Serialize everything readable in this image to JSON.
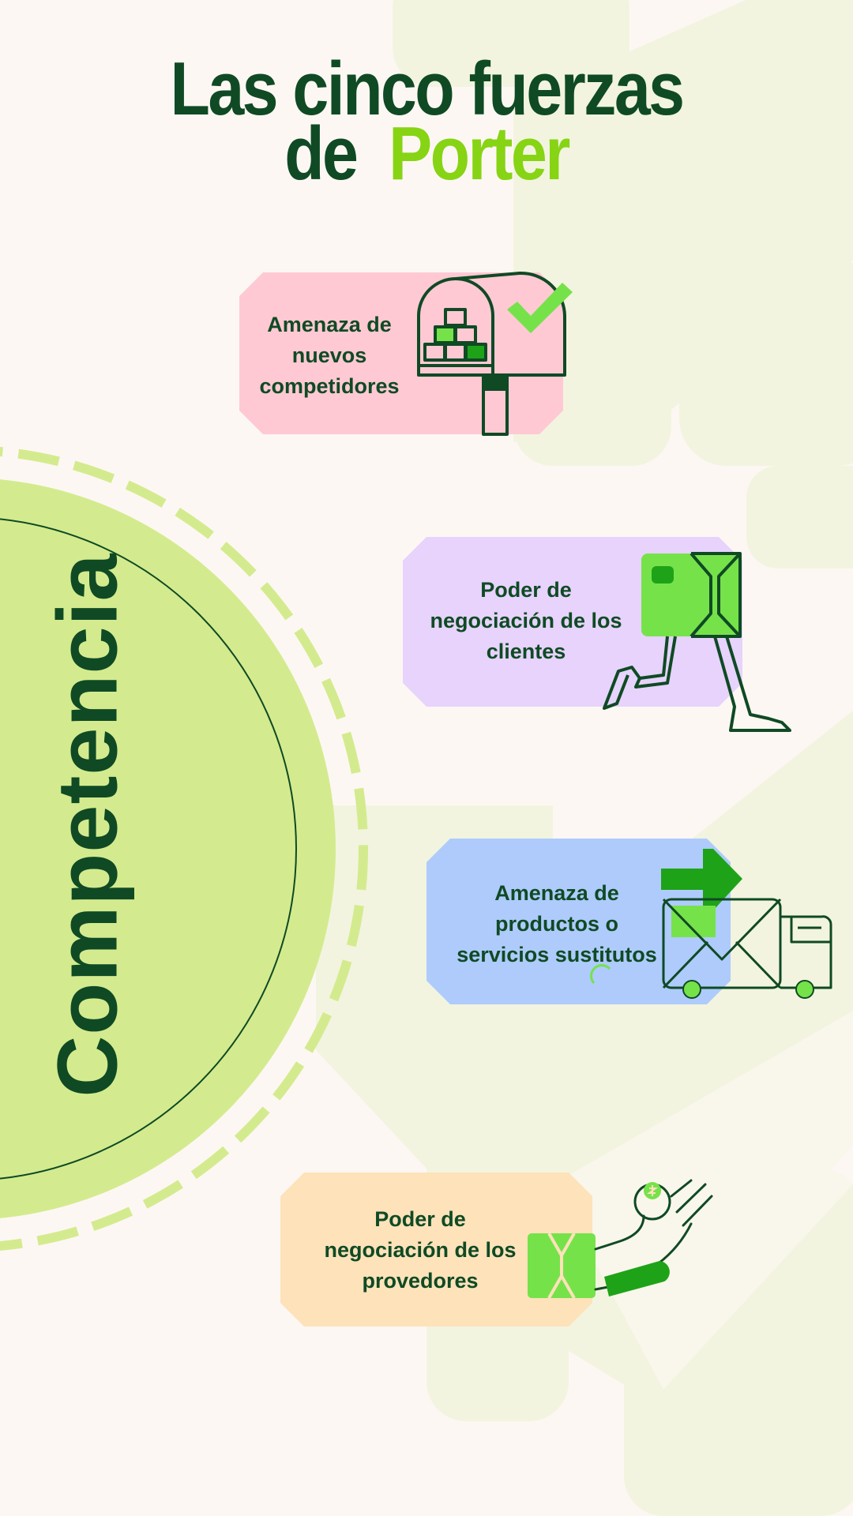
{
  "title": {
    "line1": "Las cinco fuerzas",
    "line2_prefix": "de",
    "line2_accent": "Porter"
  },
  "center_label": "Competencia",
  "forces": [
    {
      "lines": [
        "Amenaza de",
        "nuevos",
        "competidores"
      ],
      "color": "#ffc9d4",
      "icon": "mailbox-icon"
    },
    {
      "lines": [
        "Poder de",
        "negociación de los",
        "clientes"
      ],
      "color": "#e7d3fc",
      "icon": "walking-wallet-icon"
    },
    {
      "lines": [
        "Amenaza de",
        "productos o",
        "servicios sustitutos"
      ],
      "color": "#aecbfc",
      "icon": "delivery-truck-icon"
    },
    {
      "lines": [
        "Poder de",
        "negociación de los",
        "provedores"
      ],
      "color": "#fde2ba",
      "icon": "payment-hand-icon"
    }
  ],
  "colors": {
    "background": "#fdf7f3",
    "background_shapes": "#f2f4df",
    "dark_green": "#0f4a24",
    "lime": "#86d414",
    "circle_fill": "#d3eb8e",
    "icon_green": "#76e24a"
  }
}
